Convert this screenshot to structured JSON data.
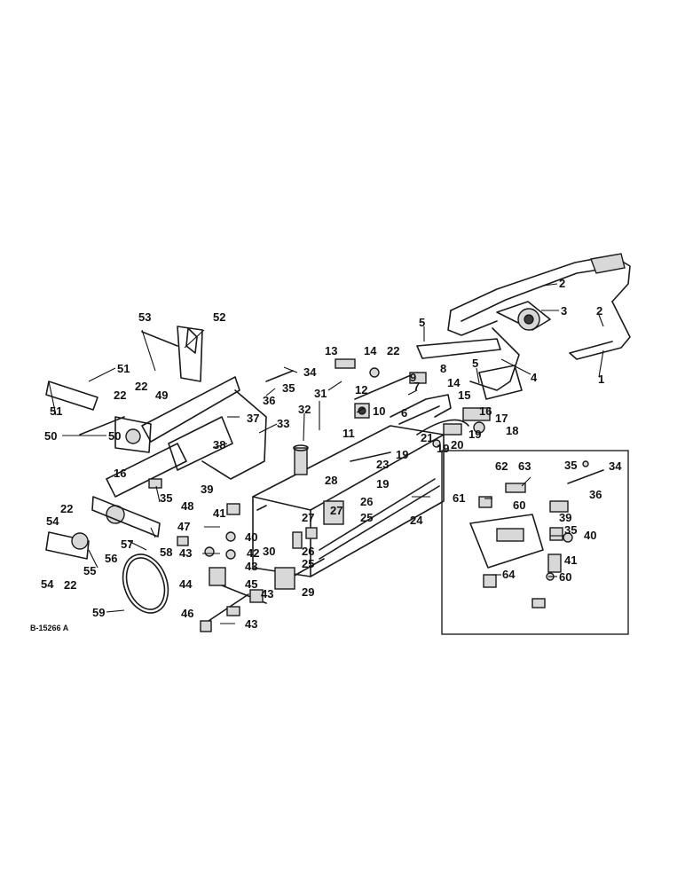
{
  "drawing_reference": "B-15266 A",
  "callouts": {
    "c1": "1",
    "c2a": "2",
    "c2b": "2",
    "c3": "3",
    "c4": "4",
    "c5a": "5",
    "c5b": "5",
    "c6": "6",
    "c7": "7",
    "c8": "8",
    "c9": "9",
    "c10": "10",
    "c11": "11",
    "c12": "12",
    "c13": "13",
    "c14a": "14",
    "c14b": "14",
    "c15": "15",
    "c16a": "16",
    "c16b": "16",
    "c17": "17",
    "c18": "18",
    "c19a": "19",
    "c19b": "19",
    "c19c": "19",
    "c19d": "19",
    "c20": "20",
    "c21": "21",
    "c22a": "22",
    "c22b": "22",
    "c22c": "22",
    "c22d": "22",
    "c22e": "22",
    "c23": "23",
    "c24": "24",
    "c25a": "25",
    "c25b": "25",
    "c26a": "26",
    "c26b": "26",
    "c27a": "27",
    "c27b": "27",
    "c28": "28",
    "c29": "29",
    "c30": "30",
    "c31": "31",
    "c32": "32",
    "c33": "33",
    "c34a": "34",
    "c34b": "34",
    "c35a": "35",
    "c35b": "35",
    "c35c": "35",
    "c35d": "35",
    "c36a": "36",
    "c36b": "36",
    "c37": "37",
    "c38": "38",
    "c39a": "39",
    "c39b": "39",
    "c40a": "40",
    "c40b": "40",
    "c41a": "41",
    "c41b": "41",
    "c42": "42",
    "c43a": "43",
    "c43b": "43",
    "c43c": "43",
    "c43d": "43",
    "c44": "44",
    "c45": "45",
    "c46": "46",
    "c47": "47",
    "c48": "48",
    "c49": "49",
    "c50a": "50",
    "c50b": "50",
    "c51a": "51",
    "c51b": "51",
    "c52": "52",
    "c53": "53",
    "c54a": "54",
    "c54b": "54",
    "c55": "55",
    "c56": "56",
    "c57": "57",
    "c58": "58",
    "c59": "59",
    "c60a": "60",
    "c60b": "60",
    "c61": "61",
    "c62": "62",
    "c63": "63",
    "c64": "64"
  }
}
